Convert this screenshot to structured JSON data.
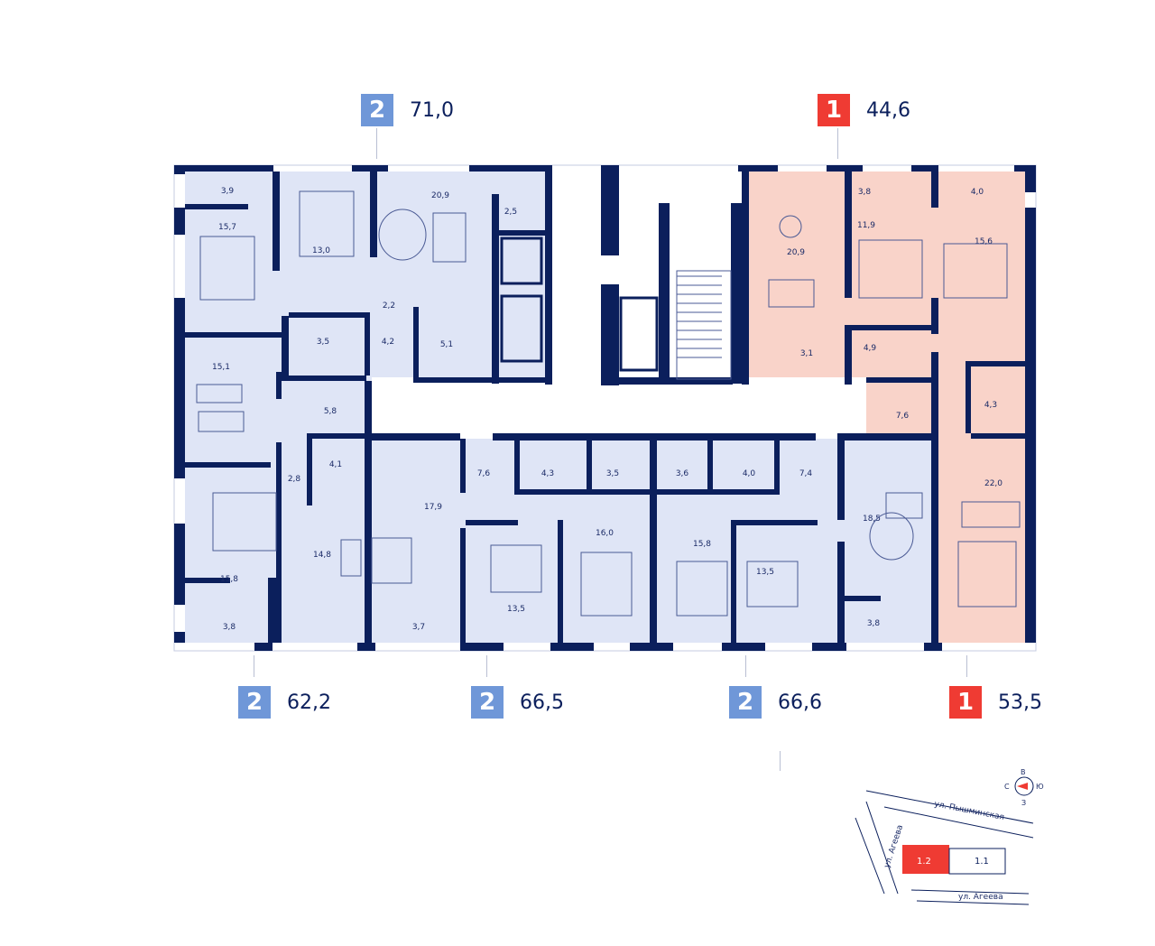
{
  "colors": {
    "wall": "#0b1f5c",
    "two_room_fill": "#dfe5f6",
    "one_room_fill": "#f9d3c9",
    "two_room_badge": "#6f97d8",
    "one_room_badge": "#ef3b33",
    "corridor": "#ffffff"
  },
  "apartments": [
    {
      "id": "apt-top-left",
      "rooms": "2",
      "area": "71,0",
      "type": "two"
    },
    {
      "id": "apt-top-right",
      "rooms": "1",
      "area": "44,6",
      "type": "one"
    },
    {
      "id": "apt-bottom-1",
      "rooms": "2",
      "area": "62,2",
      "type": "two"
    },
    {
      "id": "apt-bottom-2",
      "rooms": "2",
      "area": "66,5",
      "type": "two"
    },
    {
      "id": "apt-bottom-3",
      "rooms": "2",
      "area": "66,6",
      "type": "two"
    },
    {
      "id": "apt-bottom-right",
      "rooms": "1",
      "area": "53,5",
      "type": "one"
    }
  ],
  "room_areas": [
    "3,9",
    "15,7",
    "13,0",
    "20,9",
    "2,5",
    "2,2",
    "3,5",
    "4,2",
    "5,1",
    "15,1",
    "5,8",
    "4,1",
    "2,8",
    "15,8",
    "14,8",
    "3,8",
    "17,9",
    "3,7",
    "7,6",
    "4,3",
    "3,5",
    "16,0",
    "13,5",
    "3,6",
    "4,0",
    "7,4",
    "15,8",
    "13,5",
    "18,5",
    "3,8",
    "20,9",
    "3,1",
    "3,8",
    "11,9",
    "4,9",
    "4,0",
    "15,6",
    "7,6",
    "4,3",
    "22,0"
  ],
  "site_plan": {
    "street_top": "ул. Пышминская",
    "street_left": "ул. Агеева",
    "street_bottom": "ул. Агеева",
    "block_current": "1.2",
    "block_other": "1.1",
    "compass": {
      "n": "В",
      "s": "З",
      "w": "С",
      "e": "Ю"
    }
  }
}
